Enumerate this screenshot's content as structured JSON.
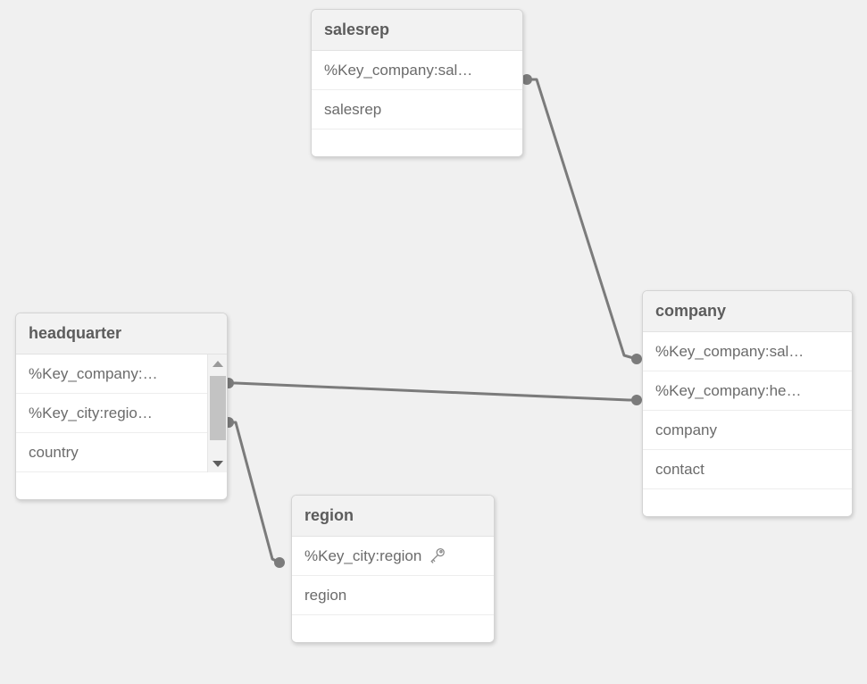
{
  "view": {
    "name": "data-model-viewer",
    "background_color": "#f0f0f0",
    "line_color": "#7b7b7b"
  },
  "tables": [
    {
      "id": "salesrep",
      "title": "salesrep",
      "fields": [
        {
          "label": "%Key_company:sal…",
          "key_icon": false
        },
        {
          "label": "salesrep",
          "key_icon": false
        }
      ],
      "has_scrollbar": false
    },
    {
      "id": "headquarter",
      "title": "headquarter",
      "fields": [
        {
          "label": "%Key_company:…",
          "key_icon": false
        },
        {
          "label": "%Key_city:regio…",
          "key_icon": false
        },
        {
          "label": "country",
          "key_icon": false
        }
      ],
      "has_scrollbar": true
    },
    {
      "id": "company",
      "title": "company",
      "fields": [
        {
          "label": "%Key_company:sal…",
          "key_icon": false
        },
        {
          "label": "%Key_company:he…",
          "key_icon": false
        },
        {
          "label": "company",
          "key_icon": false
        },
        {
          "label": "contact",
          "key_icon": false
        }
      ],
      "has_scrollbar": false
    },
    {
      "id": "region",
      "title": "region",
      "fields": [
        {
          "label": "%Key_city:region",
          "key_icon": true
        },
        {
          "label": "region",
          "key_icon": false
        }
      ],
      "has_scrollbar": false
    }
  ],
  "links": [
    {
      "id": "salesrep-company",
      "from_table": "salesrep",
      "from_field": "%Key_company:sal…",
      "to_table": "company",
      "to_field": "%Key_company:sal…"
    },
    {
      "id": "headquarter-company",
      "from_table": "headquarter",
      "from_field": "%Key_company:…",
      "to_table": "company",
      "to_field": "%Key_company:he…"
    },
    {
      "id": "headquarter-region",
      "from_table": "headquarter",
      "from_field": "%Key_city:regio…",
      "to_table": "region",
      "to_field": "%Key_city:region"
    }
  ],
  "icons": {
    "key": "key-icon",
    "scroll_up": "chevron-up-icon",
    "scroll_down": "chevron-down-icon"
  }
}
